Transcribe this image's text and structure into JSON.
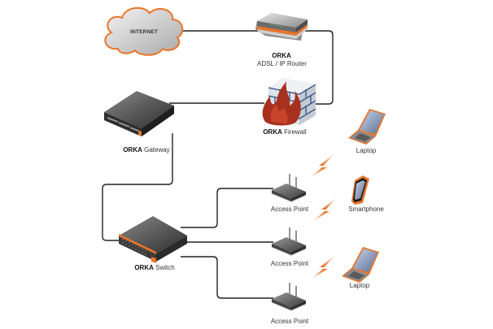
{
  "diagram": {
    "brand": "ORKA",
    "colors": {
      "accent": "#e8752a",
      "device_dark": "#4a4a4a",
      "device_light": "#b8b8b8",
      "cable": "#222222",
      "flame": "#a8301e",
      "brick": "#dfe3ea",
      "mortar": "#2f4f86"
    },
    "nodes": {
      "internet": {
        "label": "INTERNET",
        "icon": "cloud-icon"
      },
      "router": {
        "brand": "ORKA",
        "label": "ADSL / IP Router",
        "icon": "router-icon"
      },
      "firewall": {
        "brand": "ORKA",
        "label": "Firewall",
        "icon": "firewall-icon"
      },
      "gateway": {
        "brand": "ORKA",
        "label": "Gateway",
        "icon": "rack-server-icon"
      },
      "switch": {
        "brand": "ORKA",
        "label": "Switch",
        "icon": "switch-icon"
      },
      "access_point_1": {
        "label": "Access Point",
        "icon": "access-point-icon"
      },
      "access_point_2": {
        "label": "Access Point",
        "icon": "access-point-icon"
      },
      "access_point_3": {
        "label": "Access Point",
        "icon": "access-point-icon"
      },
      "laptop_1": {
        "label": "Laptop",
        "icon": "laptop-icon"
      },
      "smartphone": {
        "label": "Smartphone",
        "icon": "smartphone-icon"
      },
      "laptop_2": {
        "label": "Laptop",
        "icon": "laptop-icon"
      }
    },
    "links": [
      {
        "from": "internet",
        "to": "router",
        "type": "wired"
      },
      {
        "from": "router",
        "to": "firewall",
        "type": "wired"
      },
      {
        "from": "firewall",
        "to": "gateway",
        "type": "wired"
      },
      {
        "from": "gateway",
        "to": "switch",
        "type": "wired"
      },
      {
        "from": "switch",
        "to": "access_point_1",
        "type": "wired"
      },
      {
        "from": "switch",
        "to": "access_point_2",
        "type": "wired"
      },
      {
        "from": "switch",
        "to": "access_point_3",
        "type": "wired"
      },
      {
        "from": "access_point_1",
        "to": "laptop_1",
        "type": "wireless"
      },
      {
        "from": "access_point_1",
        "to": "smartphone",
        "type": "wireless"
      },
      {
        "from": "access_point_2",
        "to": "laptop_2",
        "type": "wireless"
      }
    ]
  }
}
